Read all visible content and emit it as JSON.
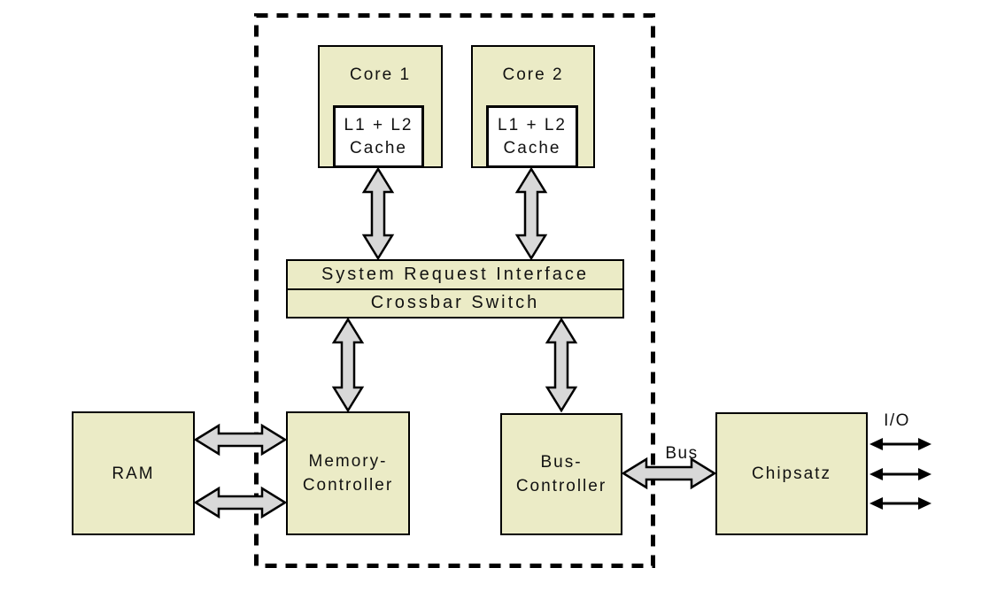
{
  "diagram": {
    "colors": {
      "block_fill": "#ebebc6",
      "block_border": "#000000",
      "arrow_fill": "#d8d8d8",
      "arrow_outline": "#000000",
      "background": "#ffffff"
    },
    "blocks": {
      "core1": "Core 1",
      "core2": "Core 2",
      "cache1_line1": "L1 + L2",
      "cache1_line2": "Cache",
      "cache2_line1": "L1 + L2",
      "cache2_line2": "Cache",
      "sri": "System Request Interface",
      "crossbar": "Crossbar Switch",
      "ram": "RAM",
      "memctrl_line1": "Memory-",
      "memctrl_line2": "Controller",
      "busctrl_line1": "Bus-",
      "busctrl_line2": "Controller",
      "chipset": "Chipsatz"
    },
    "labels": {
      "bus": "Bus",
      "io": "I/O"
    }
  }
}
